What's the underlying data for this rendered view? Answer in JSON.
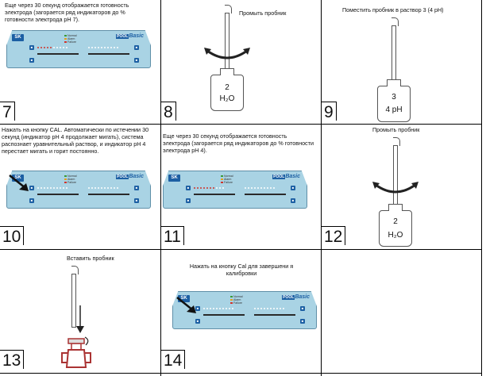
{
  "cells": [
    {
      "step": "7",
      "text": "Еще через  30 секунд отображается  готовность электрода (загорается  ряд  индикаторов до % готовности  электрода pH 7)."
    },
    {
      "step": "8",
      "text": "Промыть пробник",
      "beaker_num": "2",
      "beaker_label": "H₂O"
    },
    {
      "step": "9",
      "text": "Поместить пробник  в раствор  3 (4 pH)",
      "beaker_num": "3",
      "beaker_label": "4 pH"
    },
    {
      "step": "10",
      "text": "Нажать на кнопку  CAL. Автоматически  по истечении  30 секунд  (индикатор pH 4 продолжает мигать), система распознает  уравнительный раствор,  и индикатор pH 4  перестает  мигать и горит постоянно."
    },
    {
      "step": "11",
      "text": "Еще через  30 секунд отображается  готовность электрода (загорается  ряд  индикаторов до % готовности  электрода pH 4)."
    },
    {
      "step": "12",
      "text": "Промыть пробник",
      "beaker_num": "2",
      "beaker_label": "H₂O"
    },
    {
      "step": "13",
      "text": "Вставить пробник"
    },
    {
      "step": "14",
      "text": "Нажать на кнопку  Cal для завершени я калибровки"
    }
  ],
  "device": {
    "logo": "SK",
    "brand_prefix": "POOL",
    "brand": "Basic",
    "legend": [
      "Normal",
      "Alarm",
      "Failure"
    ]
  },
  "colors": {
    "panel": "#a9d3e4",
    "brand_blue": "#1c5fa3",
    "led_red": "#d0342c"
  }
}
